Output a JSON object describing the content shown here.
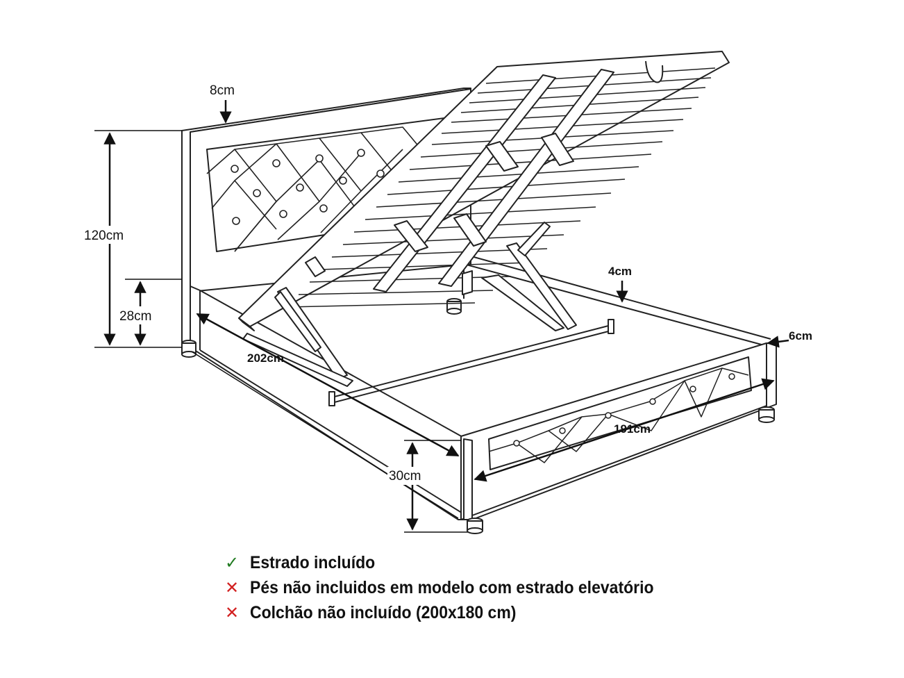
{
  "dimensions": {
    "headboard_thickness": "8cm",
    "total_height": "120cm",
    "base_height": "28cm",
    "length": "202cm",
    "rail_thickness": "4cm",
    "footboard_thickness": "6cm",
    "width": "191cm",
    "frame_height": "30cm"
  },
  "legend": [
    {
      "mark": "✓",
      "mark_color": "#1f7a1f",
      "text": "Estrado incluído"
    },
    {
      "mark": "✕",
      "mark_color": "#d22020",
      "text": "Pés não incluidos em modelo com estrado elevatório"
    },
    {
      "mark": "✕",
      "mark_color": "#d22020",
      "text": "Colchão não incluído (200x180 cm)"
    }
  ]
}
